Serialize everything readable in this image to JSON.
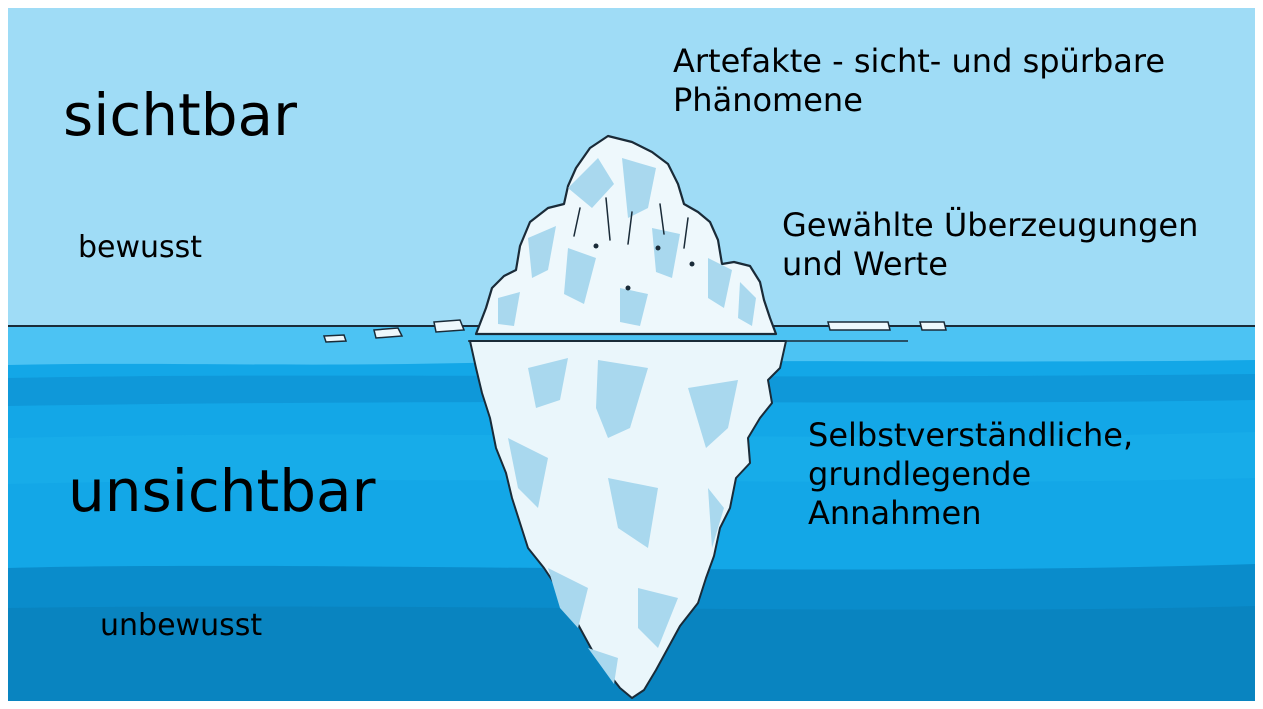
{
  "labels": {
    "visible": "sichtbar",
    "conscious": "bewusst",
    "invisible": "unsichtbar",
    "unconscious": "unbewusst"
  },
  "levels": {
    "artifacts": [
      "Artefakte - sicht- und spürbare",
      "Phänomene"
    ],
    "values": [
      "Gewählte Überzeugungen",
      "und Werte"
    ],
    "assumptions": [
      "Selbstverständliche,",
      "grundlegende",
      "Annahmen"
    ]
  },
  "colors": {
    "sky": "#9fdcf6",
    "water_surface": "#4cc3f3",
    "water_mid": "#13a7e7",
    "water_deep": "#0a8ccb",
    "ice_light": "#eef8fc",
    "ice_shadow": "#a9d8ee",
    "outline": "#1a2b38"
  }
}
